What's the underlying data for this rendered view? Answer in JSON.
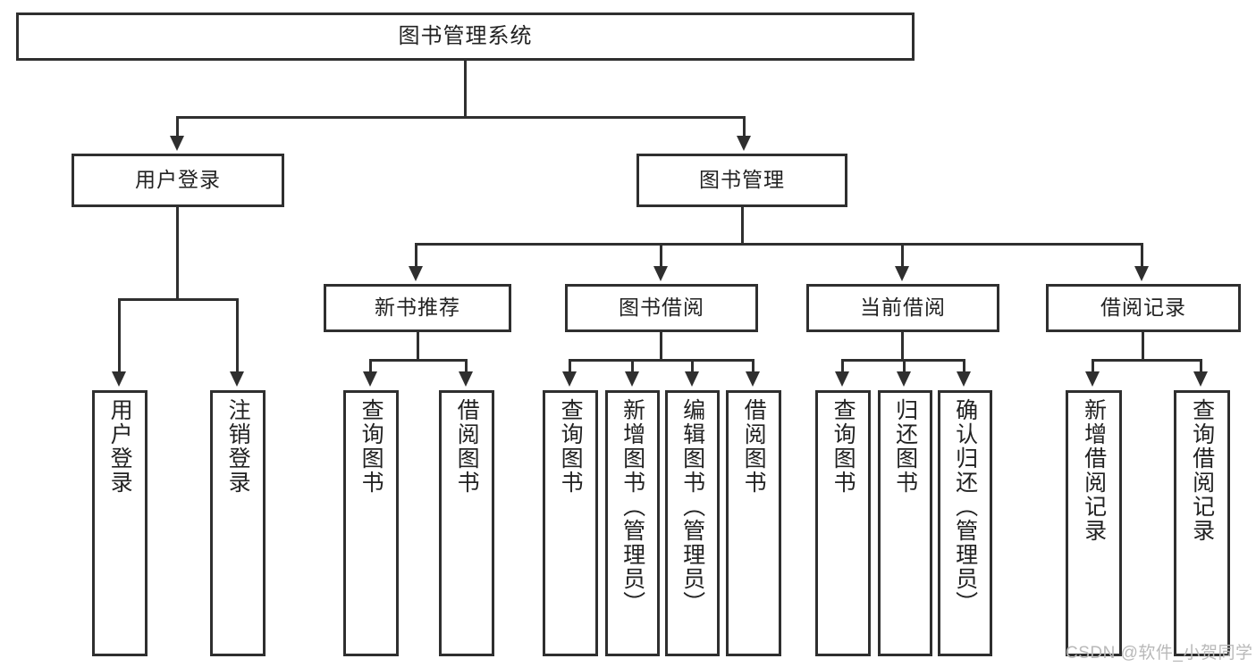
{
  "diagram": {
    "title": "图书管理系统",
    "type": "tree",
    "root": {
      "id": "root",
      "label": "图书管理系统"
    },
    "level2": [
      {
        "id": "user-login",
        "label": "用户登录"
      },
      {
        "id": "book-manage",
        "label": "图书管理"
      }
    ],
    "level3": [
      {
        "id": "new-book-recommend",
        "label": "新书推荐",
        "parent": "book-manage"
      },
      {
        "id": "book-borrow",
        "label": "图书借阅",
        "parent": "book-manage"
      },
      {
        "id": "current-borrow",
        "label": "当前借阅",
        "parent": "book-manage"
      },
      {
        "id": "borrow-record",
        "label": "借阅记录",
        "parent": "book-manage"
      }
    ],
    "leaves": {
      "user_login": [
        {
          "id": "leaf-user-login",
          "label": "用户登录"
        },
        {
          "id": "leaf-logout-login",
          "label": "注销登录"
        }
      ],
      "new_book_recommend": [
        {
          "id": "leaf-query-book-1",
          "label": "查询图书"
        },
        {
          "id": "leaf-borrow-book-1",
          "label": "借阅图书"
        }
      ],
      "book_borrow": [
        {
          "id": "leaf-query-book-2",
          "label": "查询图书"
        },
        {
          "id": "leaf-add-book",
          "label": "新增图书（管理员）"
        },
        {
          "id": "leaf-edit-book",
          "label": "编辑图书（管理员）"
        },
        {
          "id": "leaf-borrow-book-2",
          "label": "借阅图书"
        }
      ],
      "current_borrow": [
        {
          "id": "leaf-query-book-3",
          "label": "查询图书"
        },
        {
          "id": "leaf-return-book",
          "label": "归还图书"
        },
        {
          "id": "leaf-confirm-return",
          "label": "确认归还（管理员）"
        }
      ],
      "borrow_record": [
        {
          "id": "leaf-add-record",
          "label": "新增借阅记录"
        },
        {
          "id": "leaf-query-record",
          "label": "查询借阅记录"
        }
      ]
    },
    "colors": {
      "stroke": "#2f2f2f",
      "fill": "#ffffff",
      "text": "#222222",
      "watermark": "#b9b9b9"
    }
  },
  "watermark": {
    "text": "CSDN @软件_小贺同学"
  }
}
